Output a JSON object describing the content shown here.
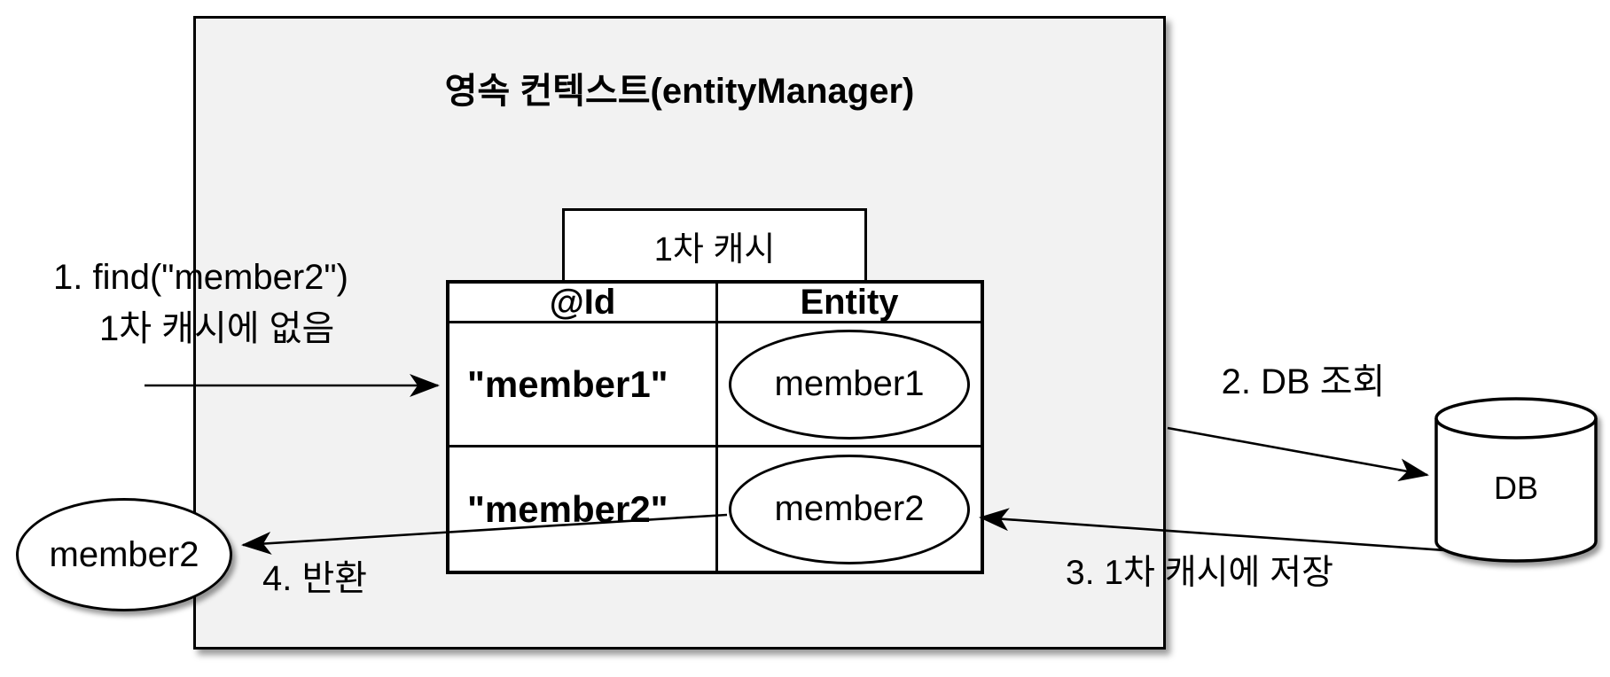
{
  "persistence_context": {
    "title": "영속 컨텍스트(entityManager)"
  },
  "cache": {
    "label": "1차 캐시",
    "table": {
      "headers": [
        "@Id",
        "Entity"
      ],
      "rows": [
        {
          "id": "\"member1\"",
          "entity": "member1"
        },
        {
          "id": "\"member2\"",
          "entity": "member2"
        }
      ]
    }
  },
  "db": {
    "label": "DB"
  },
  "result_entity": {
    "label": "member2"
  },
  "annotations": {
    "step1_line1": "1. find(\"member2\")",
    "step1_line2": "1차 캐시에 없음",
    "step2": "2. DB 조회",
    "step3": "3. 1차 캐시에 저장",
    "step4": "4. 반환"
  },
  "colors": {
    "container_fill": "#f2f2f2",
    "stroke": "#000000",
    "background": "#ffffff"
  }
}
